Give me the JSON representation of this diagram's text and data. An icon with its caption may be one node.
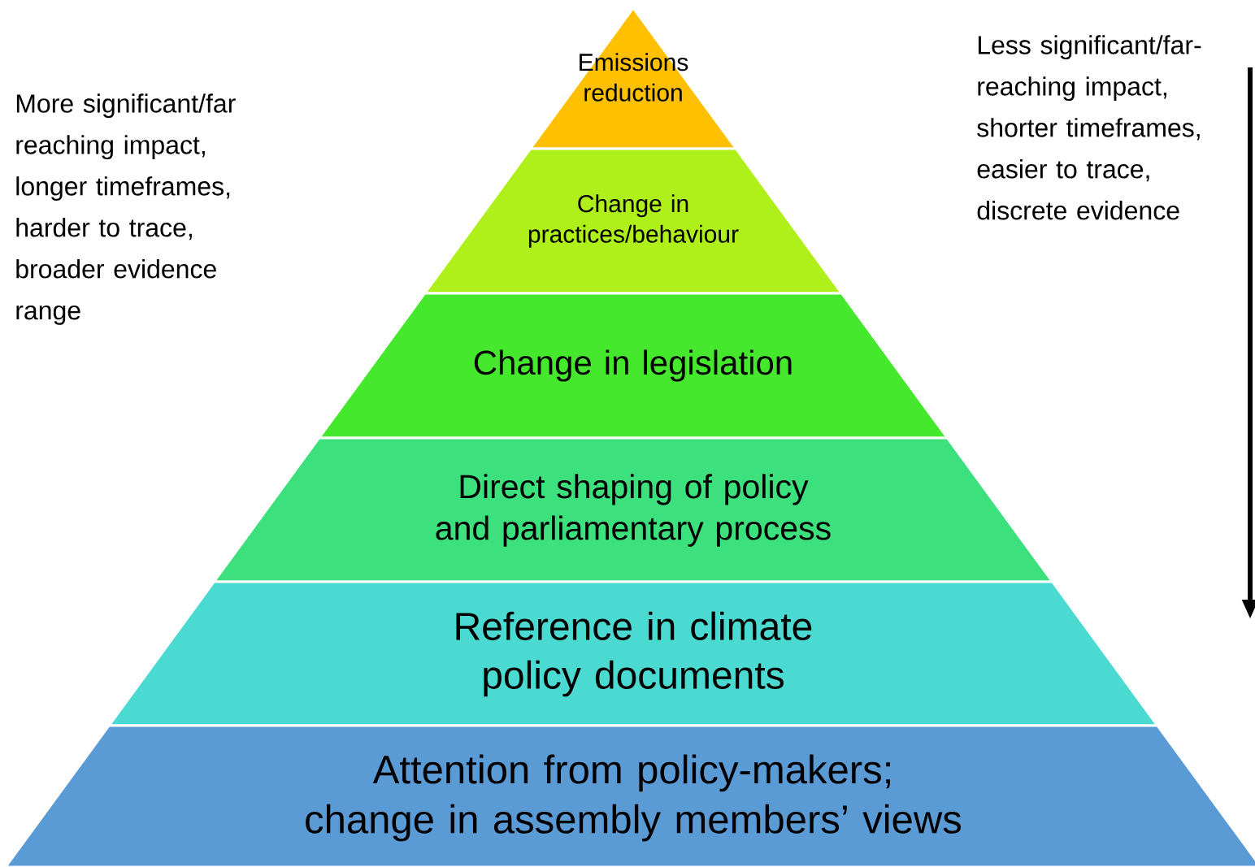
{
  "diagram": {
    "nodes": [
      {
        "text": [
          "Emissions reduction"
        ]
      },
      {
        "text": [
          "Change in practices/behaviour"
        ]
      },
      {
        "text": [
          "Change in legislation"
        ]
      },
      {
        "text": [
          "Direct shaping of policy and parliamentary process"
        ]
      },
      {
        "text": [
          "Reference in climate policy documents"
        ]
      },
      {
        "text": [
          "Attention from policy-makers; change in assembly members’ views"
        ]
      }
    ],
    "edges": [],
    "labels": [
      "More significant/far reaching impact, longer timeframes, harder to trace, broader evidence range",
      "Less significant/far-reaching impact, shorter timeframes, easier to trace, discrete evidence"
    ]
  }
}
